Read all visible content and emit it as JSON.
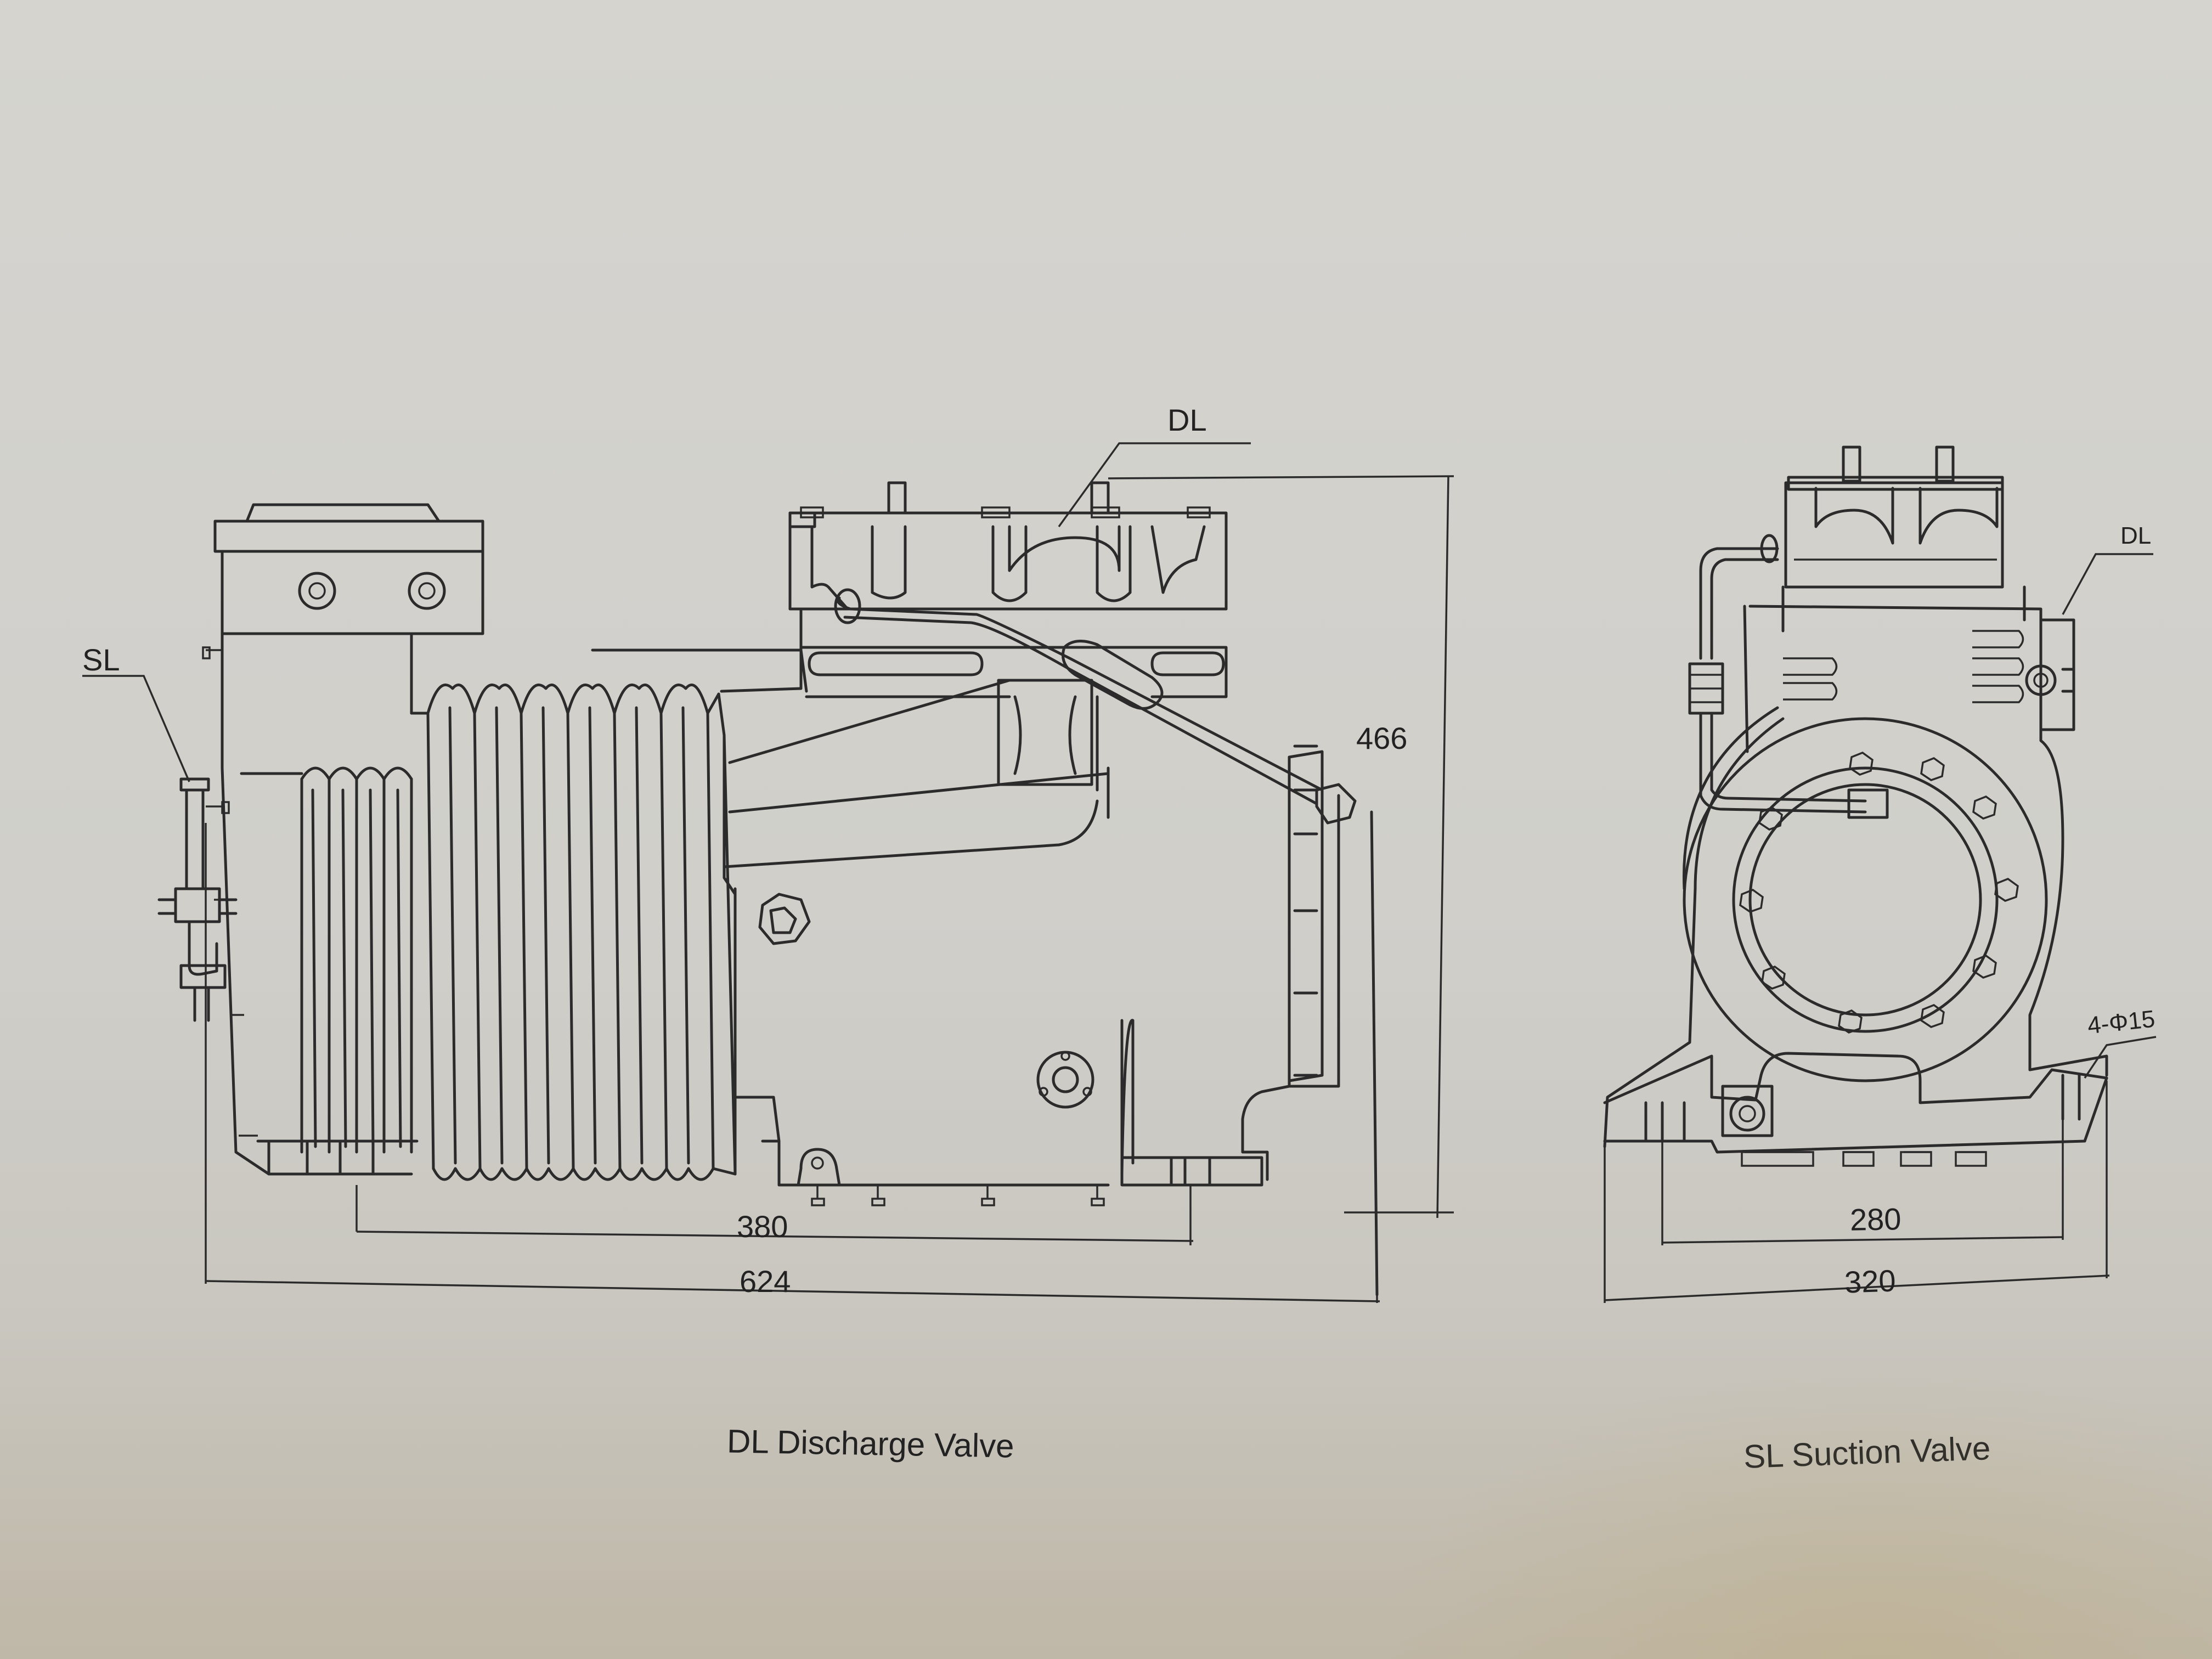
{
  "labels": {
    "dl_top": "DL",
    "sl_left": "SL",
    "dl_right": "DL",
    "bolt_holes": "4-Φ15"
  },
  "dimensions": {
    "height": "466",
    "bolt_spacing_side": "380",
    "overall_length": "624",
    "bolt_spacing_end": "280",
    "overall_width": "320"
  },
  "captions": {
    "side_view": "DL Discharge Valve",
    "end_view": "SL Suction Valve"
  },
  "colors": {
    "paper": "#d3d1cc",
    "ink": "#2b2b2b"
  }
}
